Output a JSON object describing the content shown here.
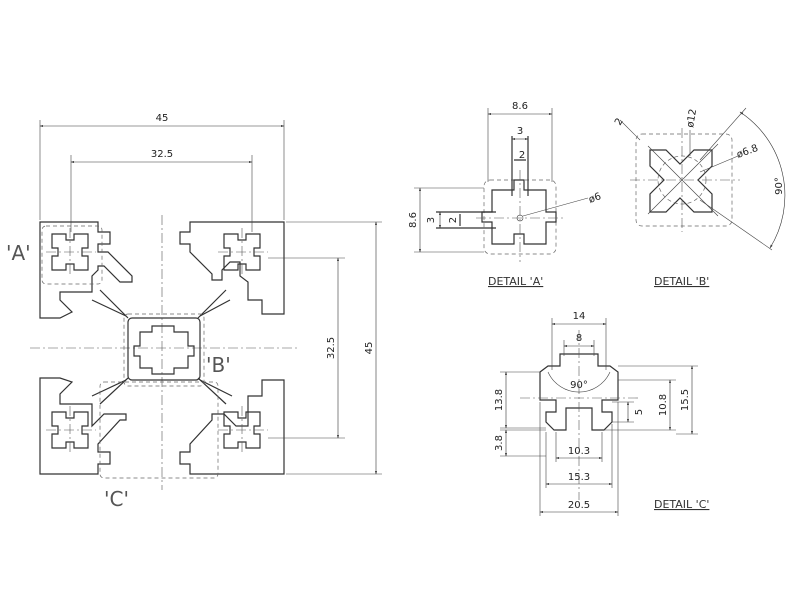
{
  "main_view": {
    "dim_width": "45",
    "dim_inner_width": "32.5",
    "dim_inner_height": "32.5",
    "dim_height": "45",
    "label_a": "'A'",
    "label_b": "'B'",
    "label_c": "'C'"
  },
  "detail_a": {
    "title": "DETAIL 'A'",
    "dim_width": "8.6",
    "dim_slot_top": "3",
    "dim_slot_depth_top": "2",
    "dim_height": "8.6",
    "dim_slot_left": "3",
    "dim_slot_depth_left": "2",
    "dim_diameter": "ø6"
  },
  "detail_b": {
    "title": "DETAIL 'B'",
    "dim_corner": "2",
    "dim_diameter_12": "ø12",
    "dim_diameter_6_8": "ø6.8",
    "dim_angle": "90°"
  },
  "detail_c": {
    "title": "DETAIL 'C'",
    "dim_top_outer": "14",
    "dim_top_inner": "8",
    "dim_angle": "90°",
    "dim_left_height": "13.8",
    "dim_left_lip": "3.8",
    "dim_right_10_8": "10.8",
    "dim_right_15_5": "15.5",
    "dim_slot_5": "5",
    "dim_bottom_10_3": "10.3",
    "dim_bottom_15_3": "15.3",
    "dim_bottom_20_5": "20.5"
  }
}
